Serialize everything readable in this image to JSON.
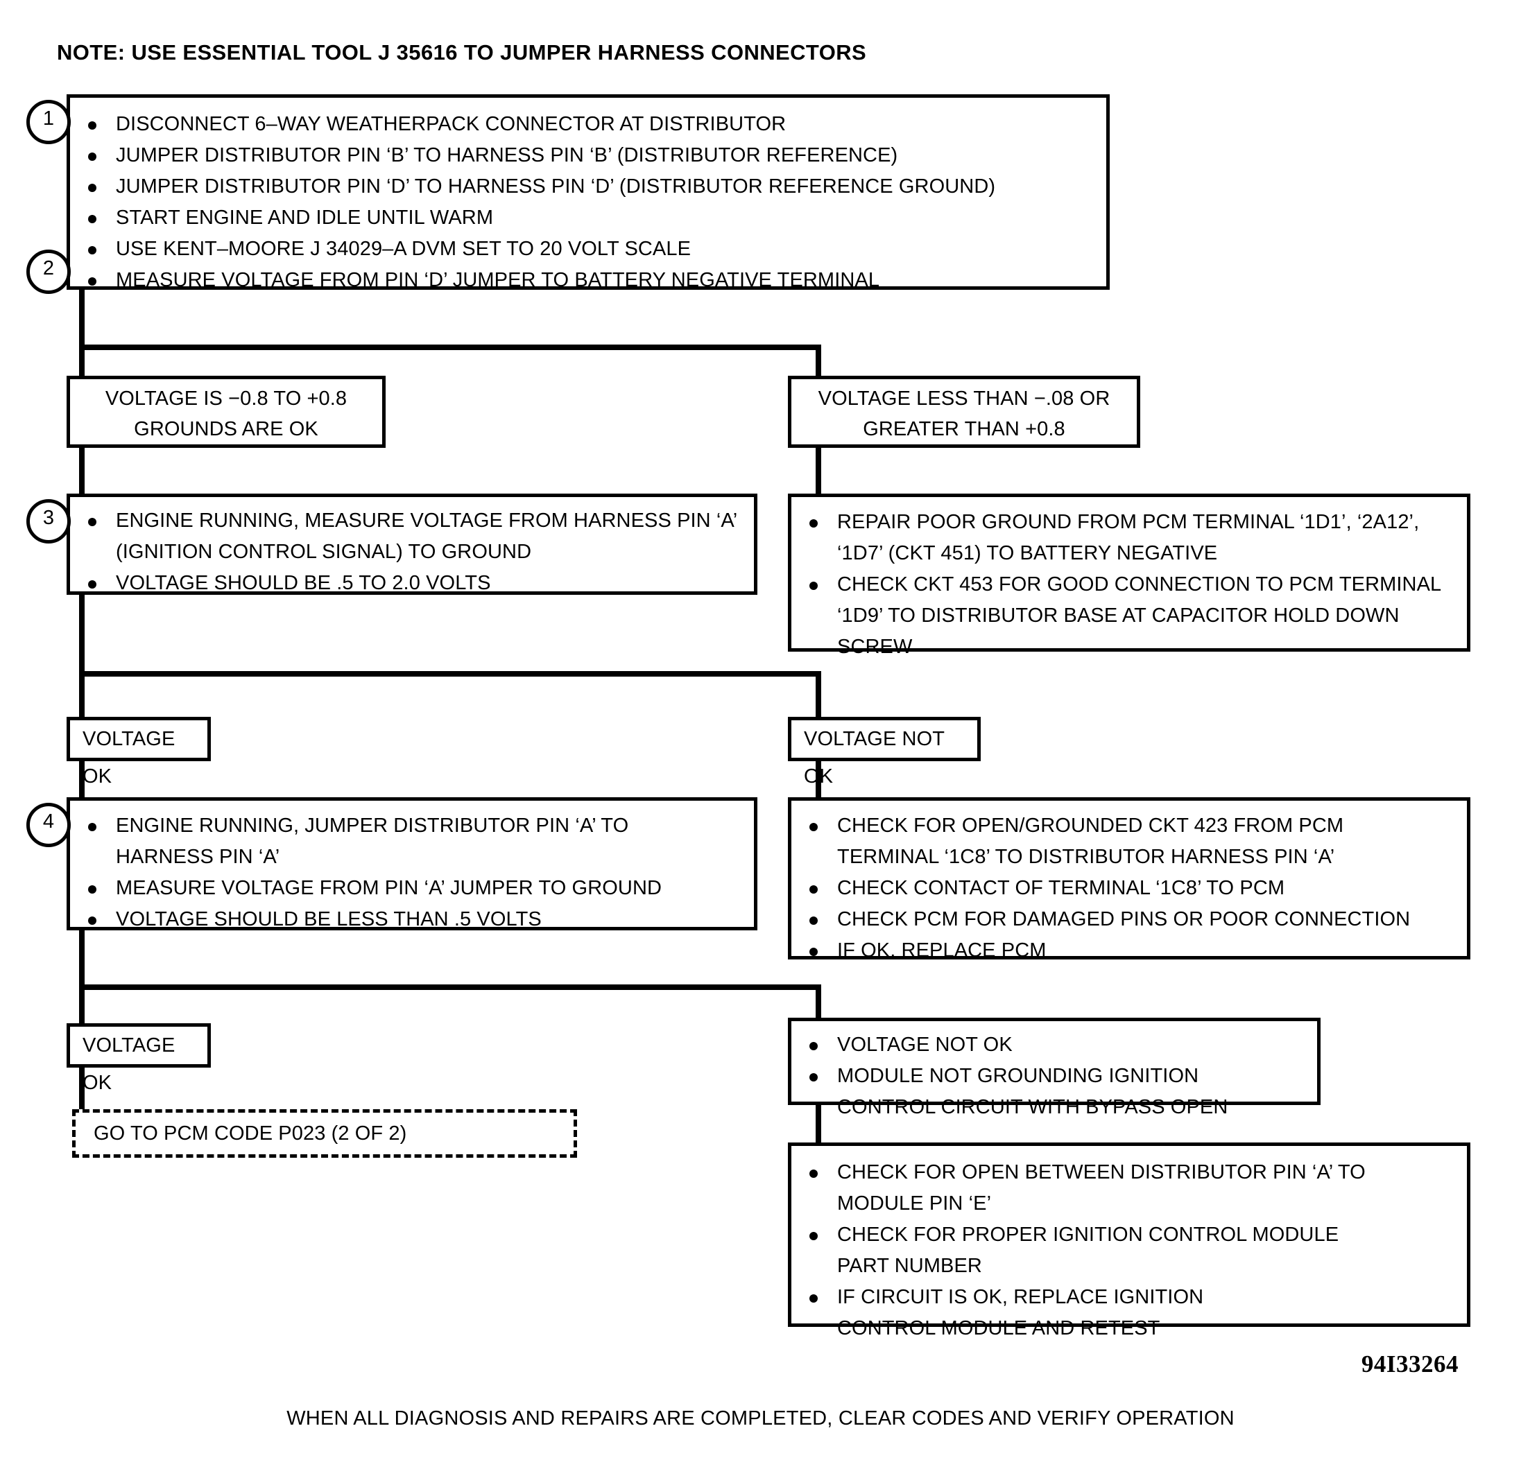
{
  "header": {
    "note": "NOTE:  USE ESSENTIAL TOOL J  35616 TO JUMPER HARNESS CONNECTORS"
  },
  "footer": {
    "figure_id": "94I33264",
    "closing_note": "WHEN ALL DIAGNOSIS AND REPAIRS ARE COMPLETED, CLEAR CODES AND VERIFY OPERATION"
  },
  "steps": {
    "one": "1",
    "two": "2",
    "three": "3",
    "four": "4"
  },
  "step1_box": {
    "items": [
      "DISCONNECT 6–WAY WEATHERPACK CONNECTOR AT DISTRIBUTOR",
      "JUMPER DISTRIBUTOR PIN ‘B’ TO HARNESS PIN ‘B’ (DISTRIBUTOR REFERENCE)",
      "JUMPER DISTRIBUTOR PIN ‘D’ TO HARNESS PIN ‘D’ (DISTRIBUTOR REFERENCE GROUND)",
      "START ENGINE AND IDLE UNTIL WARM",
      "USE KENT–MOORE J  34029–A DVM SET TO 20 VOLT SCALE",
      "MEASURE VOLTAGE FROM PIN ‘D’ JUMPER TO BATTERY NEGATIVE TERMINAL"
    ]
  },
  "result_grounds_ok": {
    "line1": "VOLTAGE IS −0.8 TO +0.8",
    "line2": "GROUNDS ARE OK"
  },
  "result_grounds_bad": {
    "line1": "VOLTAGE LESS THAN −.08 OR",
    "line2": "GREATER THAN +0.8"
  },
  "step3_box": {
    "items": [
      "ENGINE RUNNING, MEASURE VOLTAGE FROM HARNESS PIN ‘A’ (IGNITION CONTROL SIGNAL) TO GROUND",
      "VOLTAGE SHOULD BE .5 TO 2.0 VOLTS"
    ]
  },
  "repair_ground_box": {
    "items": [
      "REPAIR POOR GROUND FROM PCM TERMINAL ‘1D1’, ‘2A12’, ‘1D7’ (CKT 451) TO BATTERY NEGATIVE",
      "CHECK CKT 453 FOR GOOD CONNECTION TO PCM TERMINAL ‘1D9’ TO DISTRIBUTOR BASE AT CAPACITOR HOLD DOWN SCREW"
    ]
  },
  "voltage_ok_1": {
    "label": "VOLTAGE OK"
  },
  "voltage_not_ok_1": {
    "label": "VOLTAGE NOT OK"
  },
  "step4_box": {
    "items": [
      "ENGINE RUNNING, JUMPER DISTRIBUTOR PIN ‘A’ TO HARNESS PIN ‘A’",
      "MEASURE VOLTAGE FROM PIN ‘A’ JUMPER TO GROUND",
      "VOLTAGE SHOULD BE LESS THAN .5 VOLTS"
    ]
  },
  "check_ckt423_box": {
    "items": [
      "CHECK FOR OPEN/GROUNDED CKT 423 FROM PCM TERMINAL ‘1C8’ TO DISTRIBUTOR HARNESS PIN ‘A’",
      "CHECK CONTACT OF TERMINAL ‘1C8’ TO PCM",
      "CHECK PCM FOR DAMAGED PINS OR POOR CONNECTION",
      "IF OK,  REPLACE PCM"
    ]
  },
  "voltage_ok_2": {
    "label": "VOLTAGE OK"
  },
  "goto_box": {
    "label": "GO TO PCM CODE P023 (2 OF 2)"
  },
  "module_not_grounding_box": {
    "items": [
      "VOLTAGE NOT OK",
      "MODULE NOT GROUNDING IGNITION CONTROL CIRCUIT WITH BYPASS OPEN"
    ]
  },
  "final_check_box": {
    "items": [
      "CHECK FOR OPEN BETWEEN DISTRIBUTOR PIN ‘A’ TO MODULE PIN ‘E’",
      "CHECK FOR PROPER IGNITION CONTROL MODULE PART NUMBER",
      "IF CIRCUIT IS OK, REPLACE IGNITION CONTROL MODULE AND RETEST"
    ]
  }
}
